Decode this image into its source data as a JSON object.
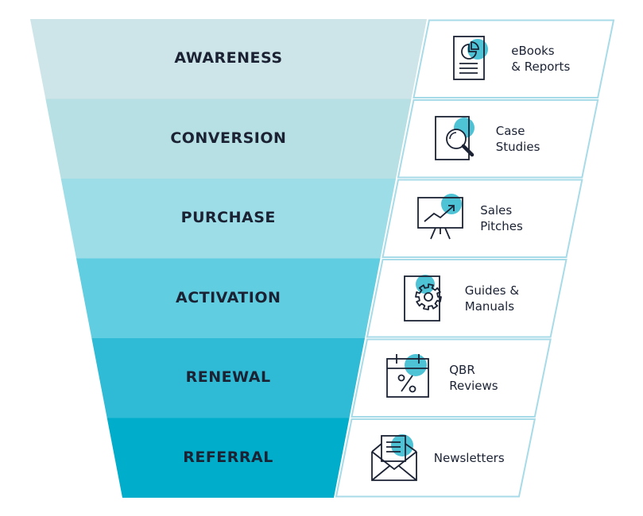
{
  "colors": {
    "stages": [
      "#cde5e8",
      "#b6e0e3",
      "#9ddde8",
      "#60cde0",
      "#2fbbd5",
      "#00aecb"
    ],
    "resource_border": "#a8dbe8",
    "icon_accent": "#4ec3d6",
    "ink": "#1b2233"
  },
  "funnel": {
    "stages": [
      {
        "name": "AWARENESS",
        "resource_lines": [
          "eBooks",
          "& Reports"
        ],
        "icon": "ebook-chart-icon"
      },
      {
        "name": "CONVERSION",
        "resource_lines": [
          "Case",
          "Studies"
        ],
        "icon": "magnifier-document-icon"
      },
      {
        "name": "PURCHASE",
        "resource_lines": [
          "Sales",
          "Pitches"
        ],
        "icon": "presentation-board-icon"
      },
      {
        "name": "ACTIVATION",
        "resource_lines": [
          "Guides &",
          "Manuals"
        ],
        "icon": "gear-document-icon"
      },
      {
        "name": "RENEWAL",
        "resource_lines": [
          "QBR",
          "Reviews"
        ],
        "icon": "calendar-percent-icon"
      },
      {
        "name": "REFERRAL",
        "resource_lines": [
          "Newsletters"
        ],
        "icon": "envelope-letter-icon"
      }
    ]
  }
}
